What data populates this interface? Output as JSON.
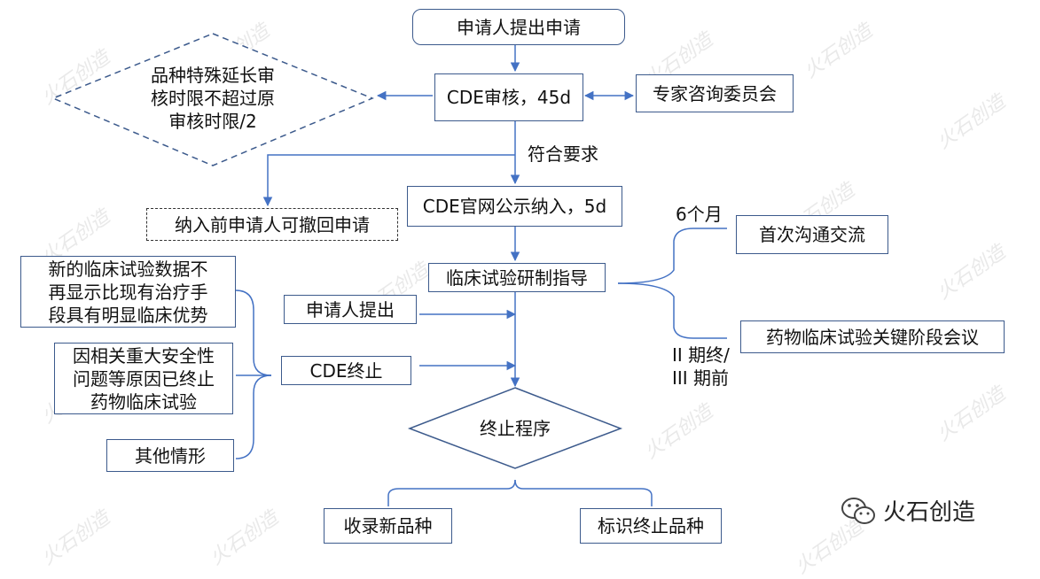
{
  "nodes": {
    "apply": "申请人提出申请",
    "cde_review": "CDE审核，45d",
    "expert": "专家咨询委员会",
    "extend_lines": [
      "品种特殊延长审",
      "核时限不超过原",
      "审核时限/2"
    ],
    "publicize": "CDE官网公示纳入，5d",
    "withdraw": "纳入前申请人可撤回申请",
    "guidance": "临床试验研制指导",
    "first_comm": "首次沟通交流",
    "key_meeting": "药物临床试验关键阶段会议",
    "reason1_lines": [
      "新的临床试验数据不",
      "再显示比现有治疗手",
      "段具有明显临床优势"
    ],
    "reason2_lines": [
      "因相关重大安全性",
      "问题等原因已终止",
      "药物临床试验"
    ],
    "reason3": "其他情形",
    "applicant_propose": "申请人提出",
    "cde_terminate": "CDE终止",
    "terminate": "终止程序",
    "record_new": "收录新品种",
    "mark_terminated": "标识终止品种"
  },
  "labels": {
    "meets_requirements": "符合要求",
    "six_months": "6个月",
    "phase_lines": [
      "II 期终/",
      "III 期前"
    ]
  },
  "watermark": {
    "text": "火石创造"
  },
  "brand": {
    "text": "火石创造",
    "icon": "wechat-icon"
  },
  "colors": {
    "line": "#4472c4",
    "border": "#3c5a8c",
    "watermark": "#e9e9e9"
  }
}
